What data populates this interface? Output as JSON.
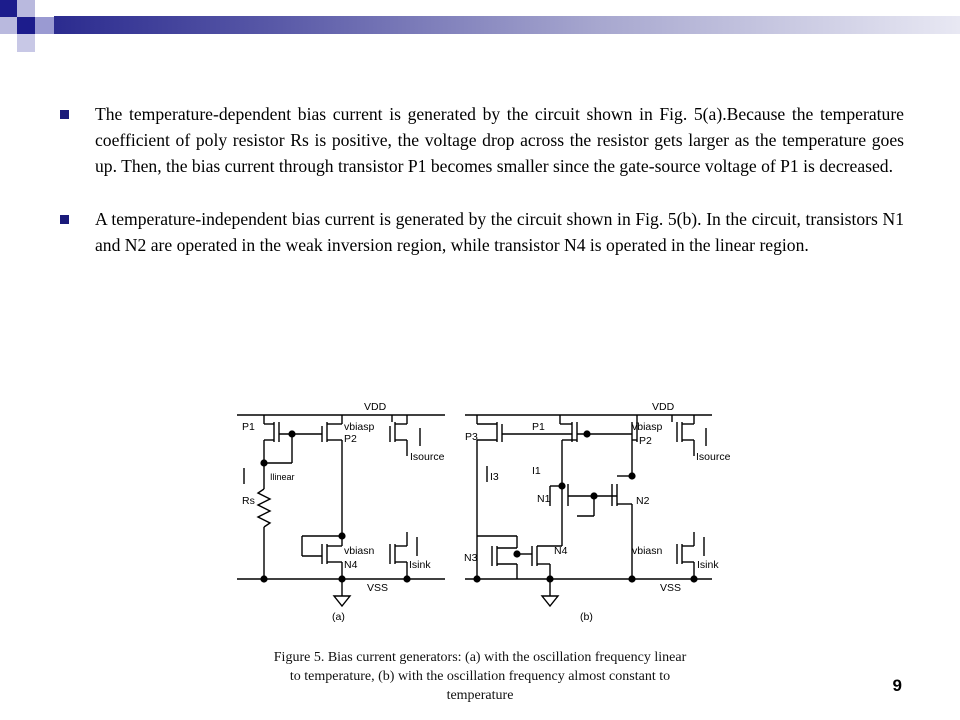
{
  "slide": {
    "bullets": [
      "The temperature-dependent bias current is generated by the circuit shown in Fig. 5(a).Because the temperature coefficient of poly resistor Rs is positive, the voltage drop across the resistor gets larger as the temperature goes up. Then, the bias current through transistor P1 becomes smaller since the gate-source voltage of P1 is decreased.",
      "A temperature-independent bias current is generated by the circuit shown in Fig. 5(b). In the circuit, transistors N1 and N2 are operated in the weak inversion region, while transistor N4 is operated in the linear region."
    ],
    "page_number": "9",
    "colors": {
      "header_dark": "#2b2b8f",
      "header_mid": "#5a5aa8",
      "bullet": "#1a1a7a"
    }
  },
  "figure": {
    "caption_lines": [
      "Figure 5.    Bias current generators: (a) with the oscillation frequency linear",
      "to temperature, (b) with the oscillation frequency almost constant to",
      "temperature"
    ],
    "a": {
      "vdd": "VDD",
      "vss": "VSS",
      "p1": "P1",
      "p2": "P2",
      "vbiasp": "vbiasp",
      "isource": "Isource",
      "ilinear": "Ilinear",
      "rs": "Rs",
      "vbiasn": "vbiasn",
      "n4": "N4",
      "isink": "Isink",
      "label": "(a)"
    },
    "b": {
      "vdd": "VDD",
      "vss": "VSS",
      "p3": "P3",
      "p1": "P1",
      "p2": "P2",
      "vbiasp": "vbiasp",
      "isource": "Isource",
      "i3": "I3",
      "i1": "I1",
      "n1": "N1",
      "n2": "N2",
      "n3": "N3",
      "n4": "N4",
      "vbiasn": "vbiasn",
      "isink": "Isink",
      "label": "(b)"
    }
  }
}
